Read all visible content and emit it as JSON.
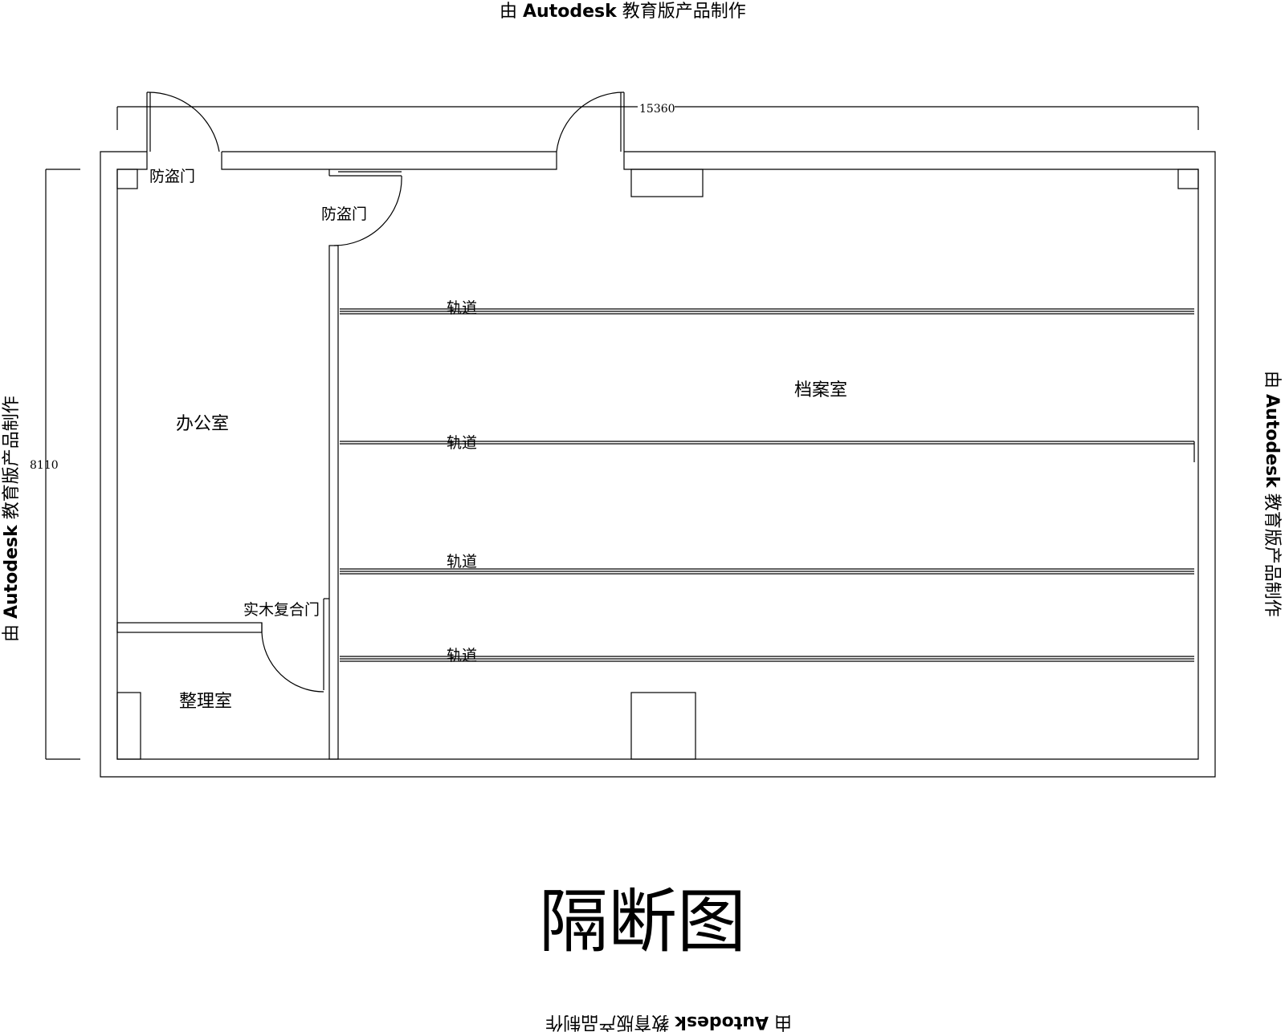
{
  "watermark": {
    "prefix": "由 ",
    "brand": "Autodesk",
    "suffix": " 教育版产品制作"
  },
  "title": "隔断图",
  "dimensions": {
    "width": "15360",
    "height": "8110"
  },
  "labels": {
    "door_top_left": "防盗门",
    "door_inner": "防盗门",
    "door_wood": "实木复合门",
    "office": "办公室",
    "archive": "档案室",
    "sorting": "整理室",
    "rail": "轨道"
  }
}
